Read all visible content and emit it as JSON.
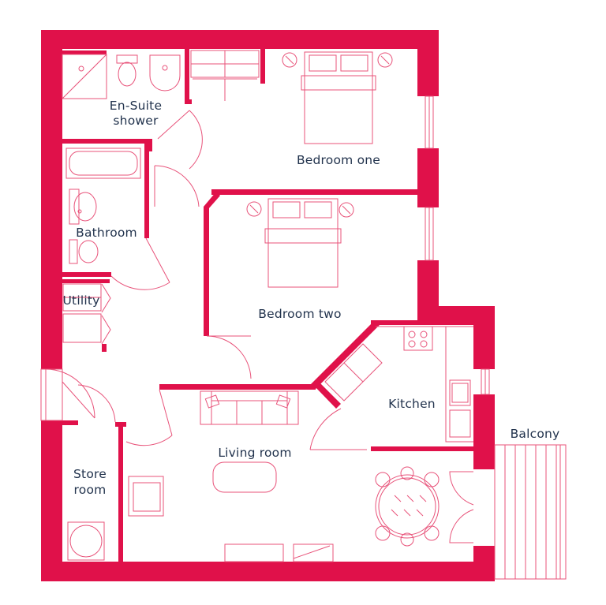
{
  "floorplan": {
    "colors": {
      "wall": "#e0114a",
      "fixture": "#e8537a",
      "label": "#22334d",
      "background": "#ffffff"
    },
    "rooms": {
      "ensuite": [
        "En-Suite",
        "shower"
      ],
      "bedroom_one": "Bedroom one",
      "bathroom": "Bathroom",
      "bedroom_two": "Bedroom two",
      "utility": "Utility",
      "kitchen": "Kitchen",
      "balcony": "Balcony",
      "living_room": "Living room",
      "store_room": [
        "Store",
        "room"
      ]
    }
  }
}
